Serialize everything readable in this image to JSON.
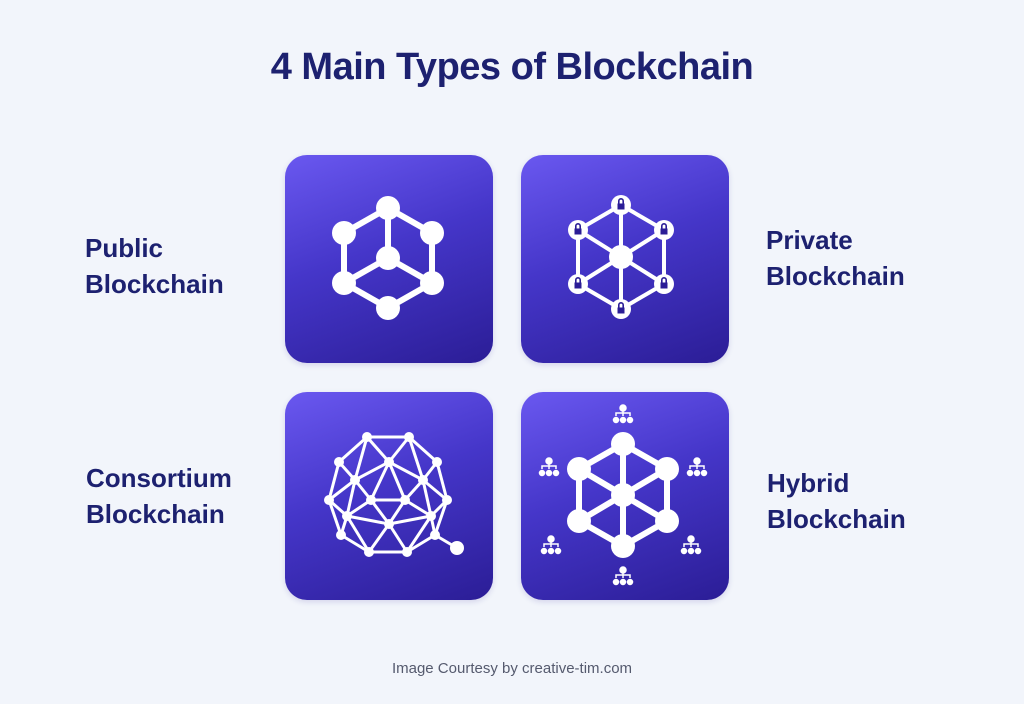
{
  "title": "4 Main Types of Blockchain",
  "types": [
    {
      "line1": "Public",
      "line2": "Blockchain",
      "icon": "network-icon"
    },
    {
      "line1": "Private",
      "line2": "Blockchain",
      "icon": "locked-network-icon"
    },
    {
      "line1": "Consortium",
      "line2": "Blockchain",
      "icon": "sphere-network-icon"
    },
    {
      "line1": "Hybrid",
      "line2": "Blockchain",
      "icon": "hybrid-network-icon"
    }
  ],
  "credit": "Image Courtesy by creative-tim.com",
  "colors": {
    "title": "#1d2170",
    "tile_start": "#6a58f0",
    "tile_end": "#2b1d96",
    "background": "#f2f5fb"
  }
}
